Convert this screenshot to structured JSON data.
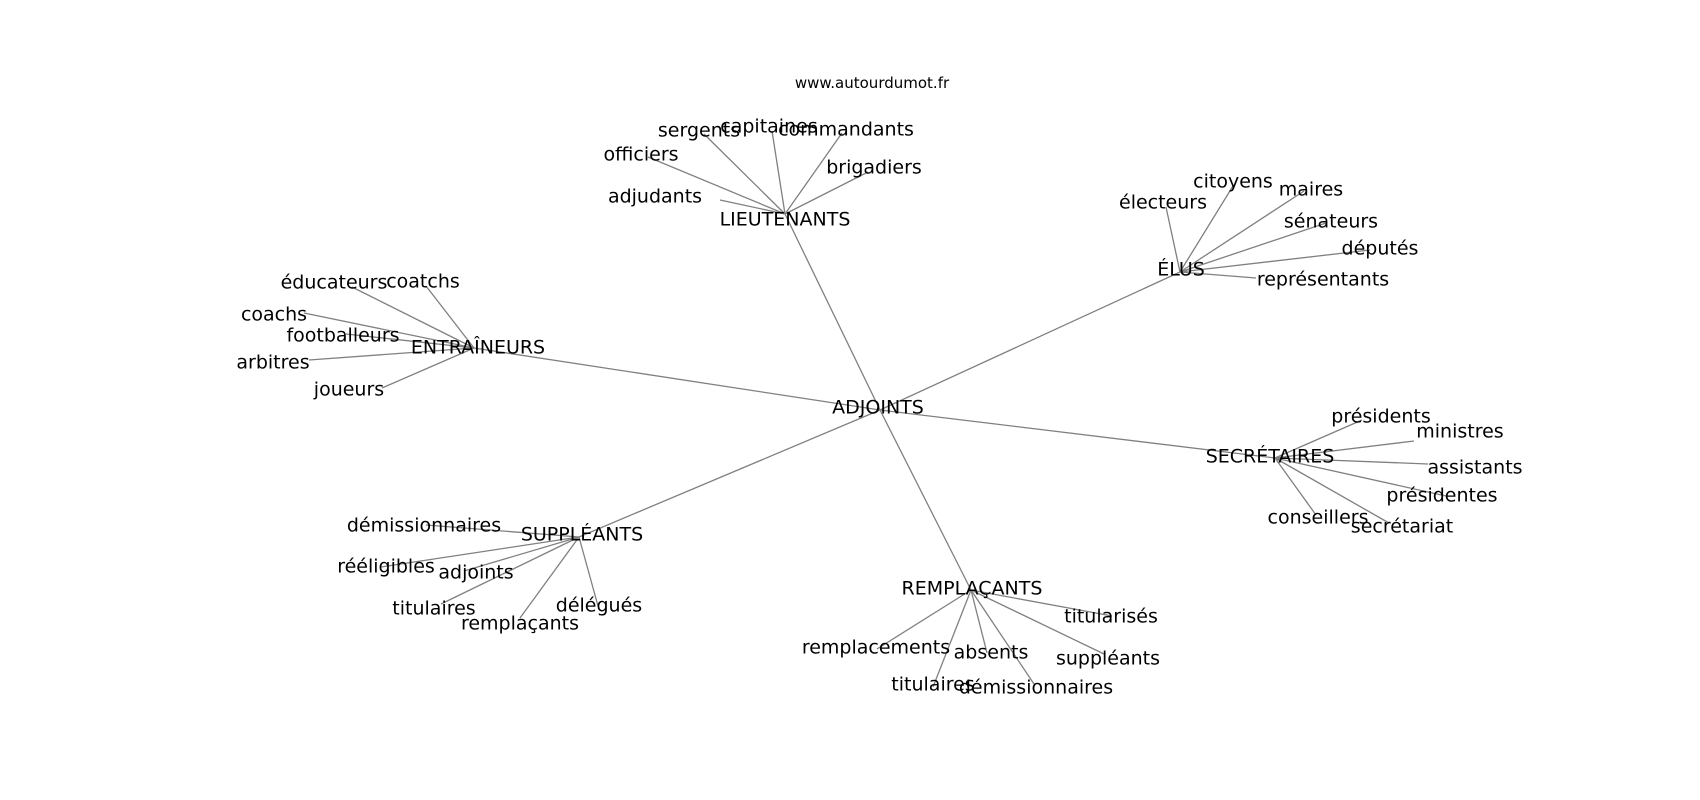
{
  "site": "www.autourdumot.fr",
  "center": "ADJOINTS",
  "clusters": [
    {
      "hub": "LIEUTENANTS",
      "words": [
        "adjudants",
        "officiers",
        "sergents",
        "capitaines",
        "commandants",
        "brigadiers"
      ]
    },
    {
      "hub": "ÉLUS",
      "words": [
        "électeurs",
        "citoyens",
        "maires",
        "sénateurs",
        "députés",
        "représentants"
      ]
    },
    {
      "hub": "ENTRAÎNEURS",
      "words": [
        "éducateurs",
        "coatchs",
        "coachs",
        "footballeurs",
        "arbitres",
        "joueurs"
      ]
    },
    {
      "hub": "SECRÉTAIRES",
      "words": [
        "présidents",
        "ministres",
        "assistants",
        "présidentes",
        "secrétariat",
        "conseillers"
      ]
    },
    {
      "hub": "SUPPLÉANTS",
      "words": [
        "démissionnaires",
        "rééligibles",
        "adjoints",
        "titulaires",
        "remplaçants",
        "délégués"
      ]
    },
    {
      "hub": "REMPLAÇANTS",
      "words": [
        "remplacements",
        "titulaires",
        "absents",
        "démissionnaires",
        "suppléants",
        "titularisés"
      ]
    }
  ]
}
